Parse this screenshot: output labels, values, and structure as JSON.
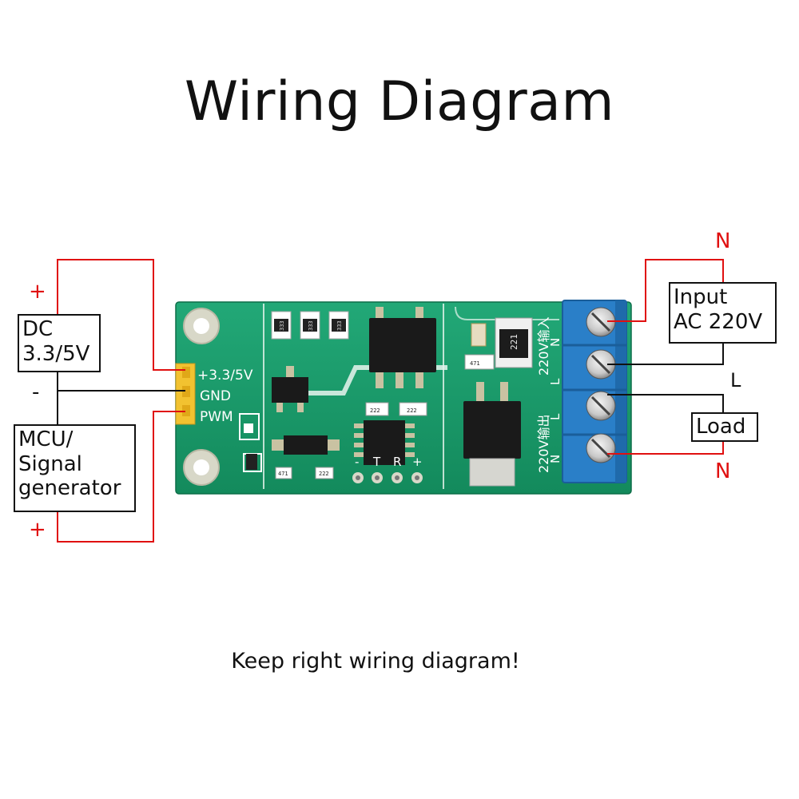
{
  "title": "Wiring Diagram",
  "footer": "Keep right wiring diagram!",
  "left": {
    "dc_box": [
      "DC",
      "3.3/5V"
    ],
    "mcu_box": [
      "MCU/",
      "Signal",
      "generator"
    ],
    "plus_top": "+",
    "minus": "-",
    "plus_bottom": "+"
  },
  "right": {
    "input_box": [
      "Input",
      "AC 220V"
    ],
    "load_box": "Load",
    "n_top": "N",
    "l": "L",
    "n_bottom": "N"
  },
  "board": {
    "pins": [
      "+3.3/5V",
      "GND",
      "PWM"
    ],
    "input_text": "220V输入",
    "output_text": "220V输出",
    "terminal_letters": [
      "N",
      "L",
      "L",
      "N"
    ],
    "pad_labels": [
      "-",
      "T",
      "R",
      "+"
    ],
    "smd_codes": [
      "333",
      "333",
      "333",
      "221",
      "471",
      "222",
      "222",
      "471",
      "222"
    ]
  },
  "colors": {
    "wire_red": "#e01010",
    "wire_black": "#111111",
    "pcb_green": "#1a9a6a",
    "terminal_blue": "#2a7fc8",
    "header_yellow": "#f2c230"
  }
}
